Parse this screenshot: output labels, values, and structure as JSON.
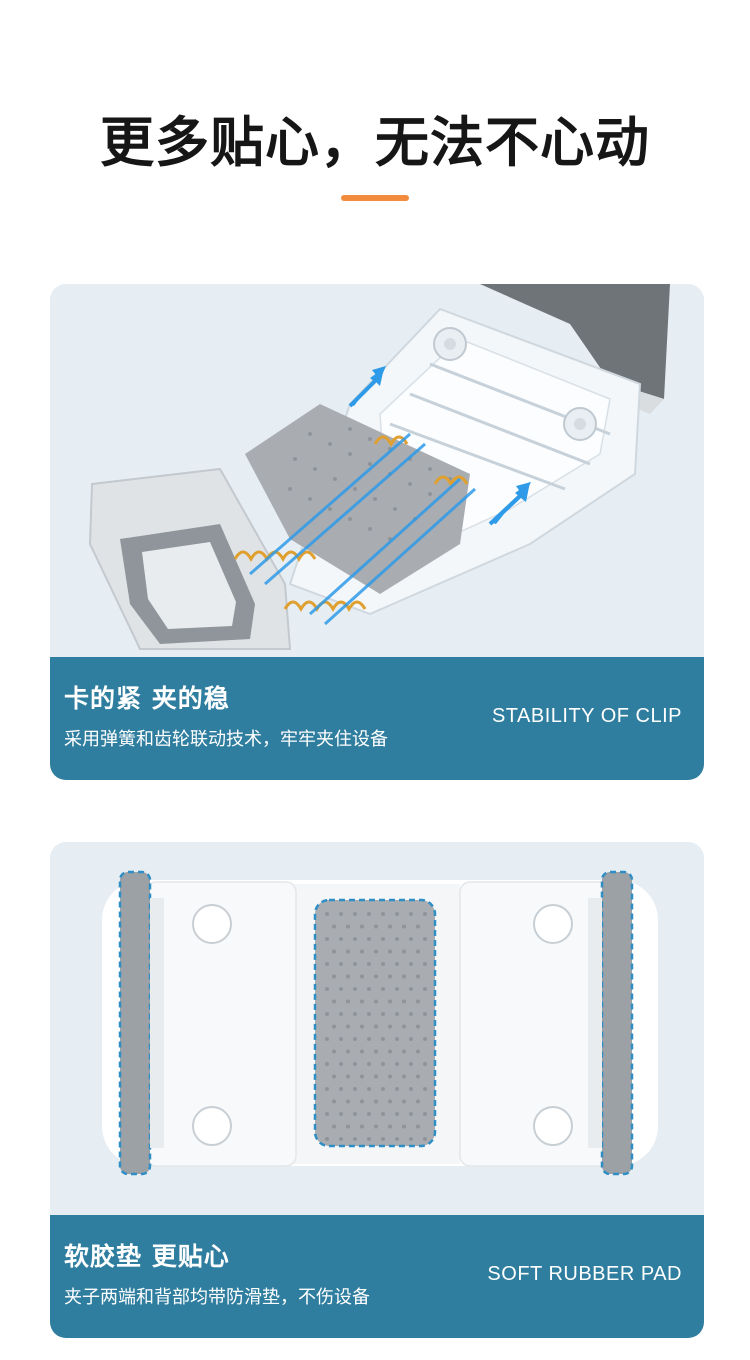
{
  "header": {
    "headline": "更多贴心，无法不心动",
    "accent_color": "#f28c3c"
  },
  "features": [
    {
      "title": "卡的紧 夹的稳",
      "description": "采用弹簧和齿轮联动技术，牢牢夹住设备",
      "english": "STABILITY OF CLIP",
      "image": "clip-mechanism-illustration"
    },
    {
      "title": "软胶垫 更贴心",
      "description": "夹子两端和背部均带防滑垫，不伤设备",
      "english": "SOFT RUBBER PAD",
      "image": "rubber-pad-illustration"
    }
  ],
  "colors": {
    "caption_bg": "#2f7e9f",
    "card_bg": "#e6eef4",
    "arrow_blue": "#2f9be8",
    "spring_gold": "#e0a030",
    "pad_gray": "#a9adb2"
  }
}
